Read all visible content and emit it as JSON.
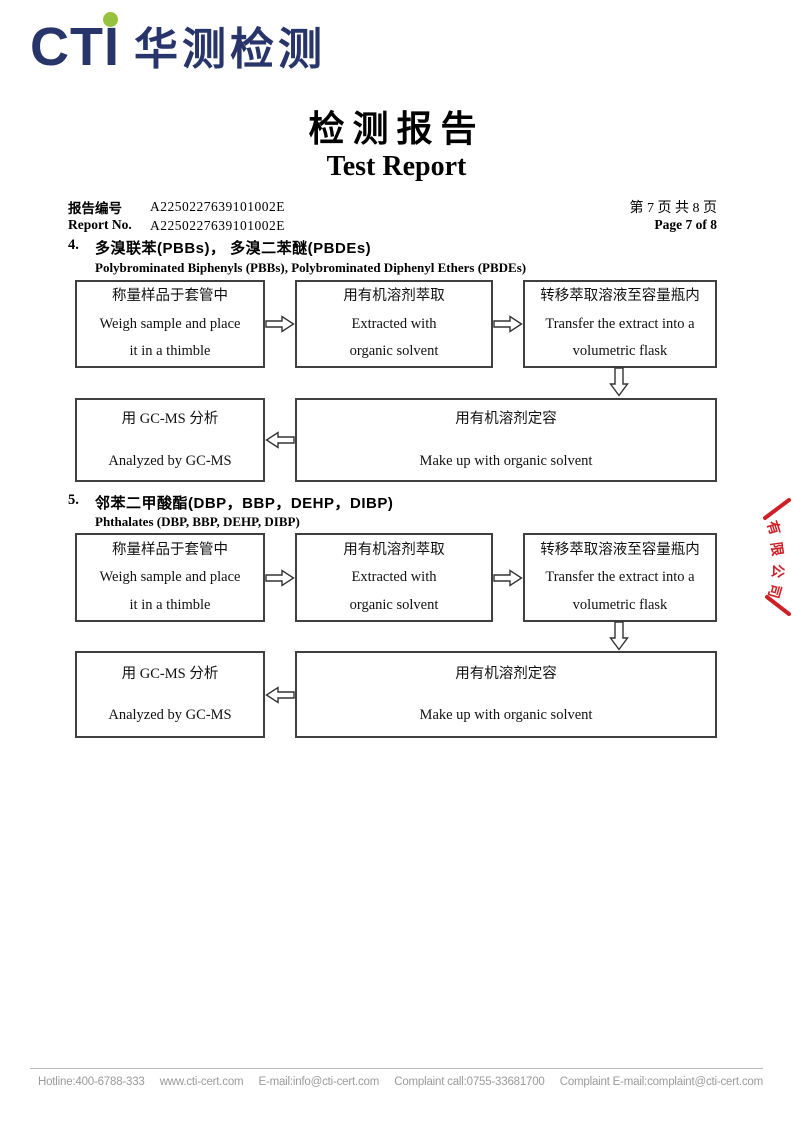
{
  "logo": {
    "cti": "CTI",
    "cn": "华测检测"
  },
  "title": {
    "cn": "检测报告",
    "en": "Test Report"
  },
  "meta": {
    "label_cn": "报告编号",
    "label_en": "Report No.",
    "value": "A2250227639101002E",
    "page_cn": "第 7 页  共 8 页",
    "page_en": "Page 7 of 8"
  },
  "sections": [
    {
      "number": "4.",
      "title_cn": "多溴联苯(PBBs)， 多溴二苯醚(PBDEs)",
      "title_en": "Polybrominated Biphenyls (PBBs), Polybrominated Diphenyl Ethers (PBDEs)",
      "steps": {
        "weigh": {
          "cn": "称量样品于套管中",
          "en1": "Weigh sample and place",
          "en2": "it in a thimble"
        },
        "extract": {
          "cn": "用有机溶剂萃取",
          "en1": "Extracted with",
          "en2": "organic solvent"
        },
        "transfer": {
          "cn": "转移萃取溶液至容量瓶内",
          "en1": "Transfer the extract into a",
          "en2": "volumetric flask"
        },
        "makeup": {
          "cn": "用有机溶剂定容",
          "en1": "Make up with organic solvent"
        },
        "analyze": {
          "cn": "用 GC-MS 分析",
          "en1": "Analyzed by GC-MS"
        }
      }
    },
    {
      "number": "5.",
      "title_cn": "邻苯二甲酸酯(DBP，BBP，DEHP，DIBP)",
      "title_en": "Phthalates (DBP, BBP, DEHP, DIBP)",
      "steps": {
        "weigh": {
          "cn": "称量样品于套管中",
          "en1": "Weigh sample and place",
          "en2": "it in a thimble"
        },
        "extract": {
          "cn": "用有机溶剂萃取",
          "en1": "Extracted with",
          "en2": "organic solvent"
        },
        "transfer": {
          "cn": "转移萃取溶液至容量瓶内",
          "en1": "Transfer the extract into a",
          "en2": "volumetric flask"
        },
        "makeup": {
          "cn": "用有机溶剂定容",
          "en1": "Make up with organic solvent"
        },
        "analyze": {
          "cn": "用 GC-MS 分析",
          "en1": "Analyzed by GC-MS"
        }
      }
    }
  ],
  "stamp": {
    "text": "有限公司"
  },
  "footer": {
    "items": [
      "Hotline:400-6788-333",
      "www.cti-cert.com",
      "E-mail:info@cti-cert.com",
      "Complaint call:0755-33681700",
      "Complaint E-mail:complaint@cti-cert.com"
    ]
  },
  "colors": {
    "logo_navy": "#28356a",
    "logo_green": "#97c23e",
    "seal_red": "#cd2027",
    "footer_gray": "#9a9a9a"
  }
}
